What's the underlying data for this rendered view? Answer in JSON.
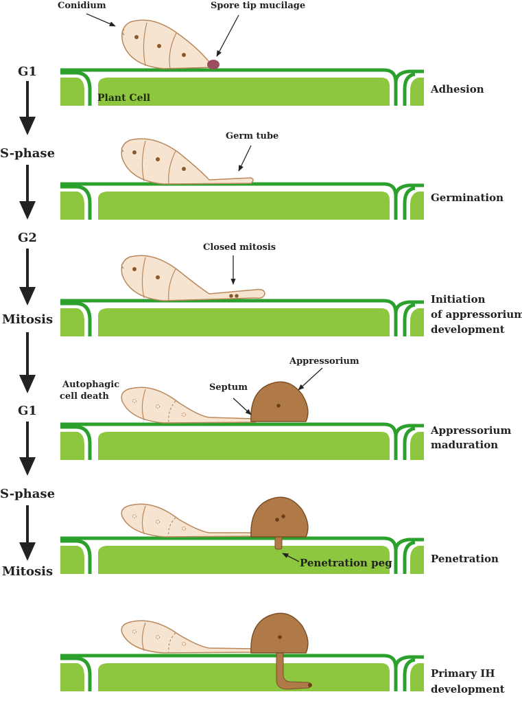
{
  "colors": {
    "cell_fill": "#8dc63f",
    "cell_wall": "#2ca02c",
    "conidium_fill": "#f6e4d0",
    "conidium_stroke": "#b9875a",
    "nucleus": "#8b5a2b",
    "appressorium_fill": "#b07a48",
    "appressorium_stroke": "#7a4e26",
    "mucilage": "#9b4f5e"
  },
  "cell_cycle": [
    "G1",
    "S-phase",
    "G2",
    "Mitosis",
    "G1",
    "S-phase",
    "Mitosis"
  ],
  "stages": [
    {
      "label_lines": [
        "Adhesion"
      ]
    },
    {
      "label_lines": [
        "Germination"
      ]
    },
    {
      "label_lines": [
        "Initiation",
        "of appressorium",
        "development"
      ]
    },
    {
      "label_lines": [
        "Appressorium",
        "maduration"
      ]
    },
    {
      "label_lines": [
        "Penetration"
      ]
    },
    {
      "label_lines": [
        "Primary IH",
        "development"
      ]
    }
  ],
  "annotations": {
    "conidium": "Conidium",
    "spore_tip_mucilage": "Spore tip mucilage",
    "plant_cell": "Plant Cell",
    "germ_tube": "Germ tube",
    "closed_mitosis": "Closed mitosis",
    "autophagic_line1": "Autophagic",
    "autophagic_line2": "cell death",
    "septum": "Septum",
    "appressorium": "Appressorium",
    "penetration_peg": "Penetration peg"
  }
}
